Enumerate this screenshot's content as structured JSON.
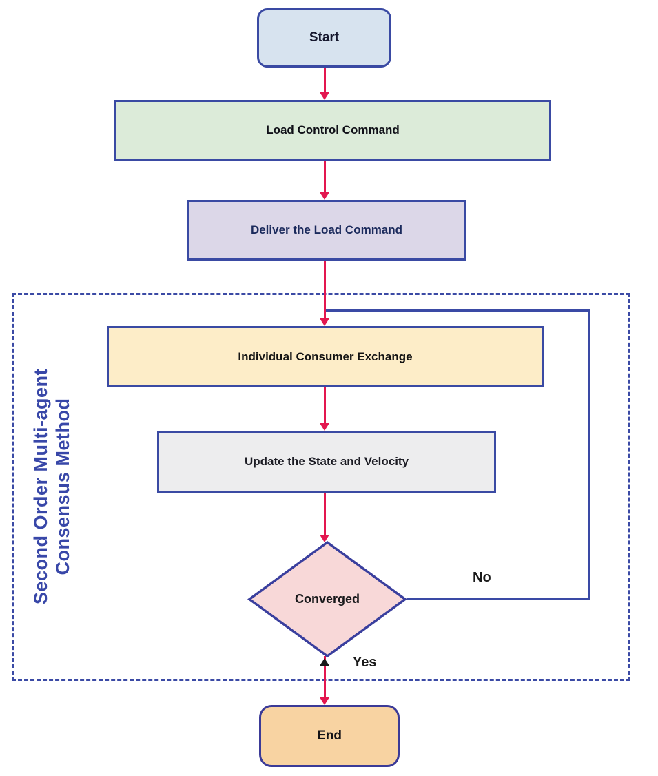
{
  "diagram": {
    "background": "#ffffff",
    "region": {
      "label_line1": "Second Order Multi-agent",
      "label_line2": "Consensus Method",
      "border_color": "#3b4aa5",
      "label_color": "#3847a8"
    },
    "nodes": {
      "start": {
        "label": "Start",
        "fill": "#d7e3ef",
        "border": "#3a4aa3",
        "text_color": "#16182e"
      },
      "load_control_command": {
        "label": "Load Control Command",
        "fill": "#dcebd9",
        "border": "#3a4aa3",
        "text_color": "#101018"
      },
      "deliver_load_command": {
        "label": "Deliver the Load Command",
        "fill": "#dcd7e8",
        "border": "#3a4aa3",
        "text_color": "#1b2a5c"
      },
      "individual_consumer_exchange": {
        "label": "Individual Consumer Exchange",
        "fill": "#fdedc8",
        "border": "#3a4aa3",
        "text_color": "#131313"
      },
      "update_state_velocity": {
        "label": "Update the State and Velocity",
        "fill": "#ededee",
        "border": "#3a4aa3",
        "text_color": "#1c1c24"
      },
      "converged": {
        "label": "Converged",
        "fill": "#f8d8d8",
        "border": "#3a3f9e",
        "text_color": "#19191b"
      },
      "end": {
        "label": "End",
        "fill": "#f8d3a2",
        "border": "#3b3a97",
        "text_color": "#141216"
      }
    },
    "edges": {
      "no_label": "No",
      "yes_label": "Yes",
      "arrow_color": "#e3174f",
      "loop_color": "#3a4aa5"
    }
  }
}
